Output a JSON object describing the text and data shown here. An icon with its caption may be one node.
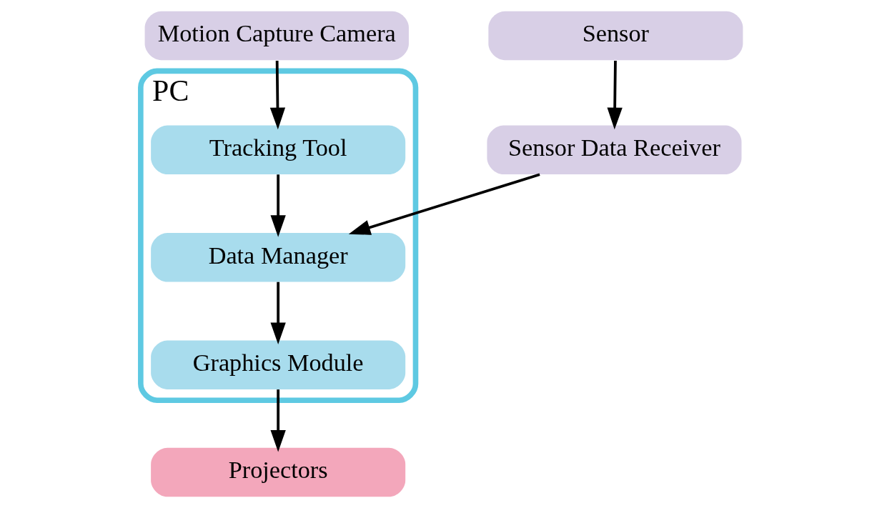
{
  "diagram": {
    "nodes": [
      {
        "text": [
          "Motion Capture Camera"
        ]
      },
      {
        "text": [
          "Sensor"
        ]
      },
      {
        "text": [
          "PC"
        ]
      },
      {
        "text": [
          "Tracking Tool"
        ],
        "in": 2
      },
      {
        "text": [
          "Data Manager"
        ],
        "in": 2
      },
      {
        "text": [
          "Graphics Module"
        ],
        "in": 2
      },
      {
        "text": [
          "Sensor Data Receiver"
        ]
      },
      {
        "text": [
          "Projectors"
        ]
      }
    ],
    "edges": [
      {
        "from": 0,
        "to": 3,
        "arrow": "to"
      },
      {
        "from": 1,
        "to": 6,
        "arrow": "to"
      },
      {
        "from": 3,
        "to": 4,
        "arrow": "to"
      },
      {
        "from": 6,
        "to": 4,
        "arrow": "to"
      },
      {
        "from": 4,
        "to": 5,
        "arrow": "to"
      },
      {
        "from": 5,
        "to": 7,
        "arrow": "to"
      }
    ]
  }
}
